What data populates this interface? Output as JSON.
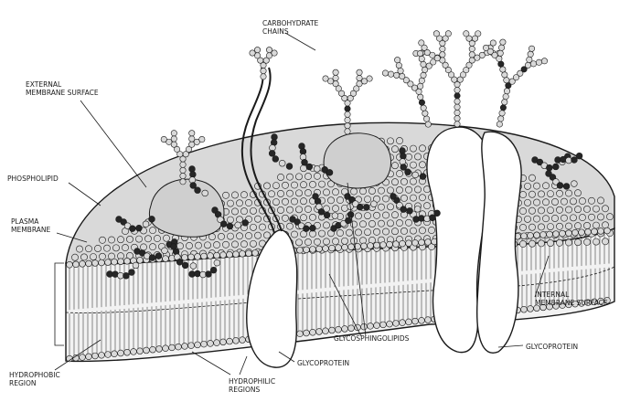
{
  "labels": {
    "carbohydrate_chains": [
      "CARBOHYDRATE",
      "CHAINS"
    ],
    "external_surface": [
      "EXTERNAL",
      "MEMBRANE SURFACE"
    ],
    "phospholipid": [
      "PHOSPHOLIPID"
    ],
    "plasma_membrane": [
      "PLASMA",
      "MEMBRANE"
    ],
    "hydrophobic_region": [
      "HYDROPHOBIC",
      "REGION"
    ],
    "hydrophilic_regions": [
      "HYDROPHILIC",
      "REGIONS"
    ],
    "glycoprotein_left": [
      "GLYCOPROTEIN"
    ],
    "glycosphingolipids": [
      "GLYCOSPHINGOLIPIDS"
    ],
    "glycoprotein_right": [
      "GLYCOPROTEIN"
    ],
    "internal_surface": [
      "INTERNAL",
      "MEMBRANE SURFACE"
    ]
  },
  "colors": {
    "ink": "#1a1a1a",
    "head": "#d9d9d9",
    "dark_bead": "#262626",
    "protein_fill": "#ffffff",
    "bilayer_shade": "#e6e6e6"
  }
}
